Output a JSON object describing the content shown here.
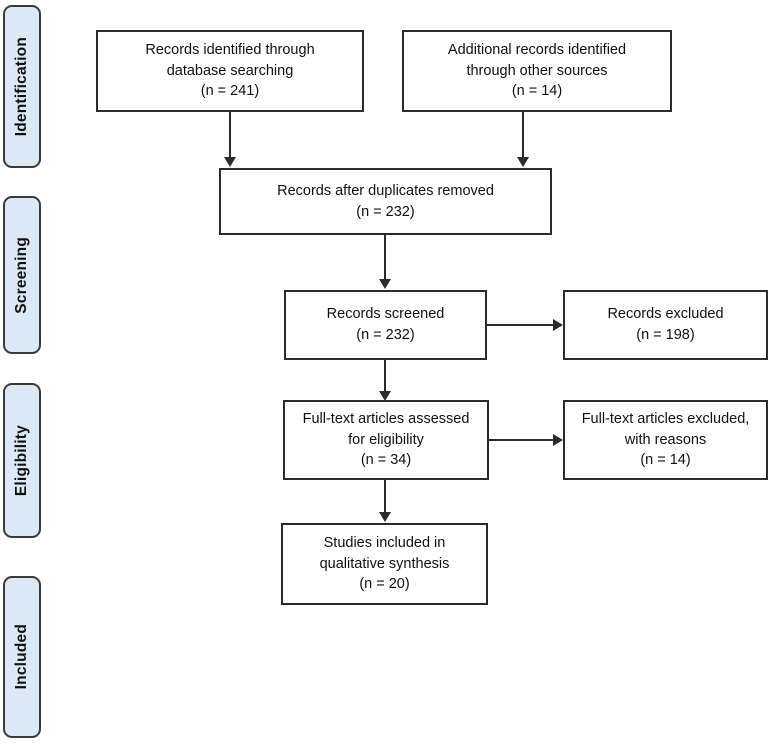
{
  "diagram": {
    "type": "prisma-flow-diagram",
    "background_color": "#ffffff",
    "box_border_color": "#2b2b2b",
    "phase_fill_color": "#dbe9f7",
    "phase_border_color": "#3a3a3a"
  },
  "phases": [
    {
      "id": "identification",
      "label": "Identification"
    },
    {
      "id": "screening",
      "label": "Screening"
    },
    {
      "id": "eligibility",
      "label": "Eligibility"
    },
    {
      "id": "included",
      "label": "Included"
    }
  ],
  "nodes": {
    "database_search": {
      "line1": "Records identified through",
      "line2": "database searching",
      "count": "(n = 241)"
    },
    "other_sources": {
      "line1": "Additional records identified",
      "line2": "through other sources",
      "count": "(n = 14)"
    },
    "duplicates_removed": {
      "line1": "Records after duplicates removed",
      "count": "(n = 232)"
    },
    "records_screened": {
      "line1": "Records screened",
      "count": "(n = 232)"
    },
    "records_excluded": {
      "line1": "Records excluded",
      "count": "(n = 198)"
    },
    "fulltext_assessed": {
      "line1": "Full-text articles assessed",
      "line2": "for eligibility",
      "count": "(n = 34)"
    },
    "fulltext_excluded": {
      "line1": "Full-text articles excluded,",
      "line2": "with reasons",
      "count": "(n = 14)"
    },
    "studies_included": {
      "line1": "Studies included in",
      "line2": "qualitative synthesis",
      "count": "(n = 20)"
    }
  },
  "chart_data": {
    "type": "diagram",
    "title": "PRISMA flow diagram",
    "stages": [
      "Identification",
      "Screening",
      "Eligibility",
      "Included"
    ],
    "nodes": [
      {
        "id": "database_search",
        "stage": "Identification",
        "label": "Records identified through database searching",
        "n": 241
      },
      {
        "id": "other_sources",
        "stage": "Identification",
        "label": "Additional records identified through other sources",
        "n": 14
      },
      {
        "id": "duplicates_removed",
        "stage": "Identification",
        "label": "Records after duplicates removed",
        "n": 232
      },
      {
        "id": "records_screened",
        "stage": "Screening",
        "label": "Records screened",
        "n": 232
      },
      {
        "id": "records_excluded",
        "stage": "Screening",
        "label": "Records excluded",
        "n": 198
      },
      {
        "id": "fulltext_assessed",
        "stage": "Eligibility",
        "label": "Full-text articles assessed for eligibility",
        "n": 34
      },
      {
        "id": "fulltext_excluded",
        "stage": "Eligibility",
        "label": "Full-text articles excluded, with reasons",
        "n": 14
      },
      {
        "id": "studies_included",
        "stage": "Included",
        "label": "Studies included in qualitative synthesis",
        "n": 20
      }
    ],
    "edges": [
      {
        "from": "database_search",
        "to": "duplicates_removed"
      },
      {
        "from": "other_sources",
        "to": "duplicates_removed"
      },
      {
        "from": "duplicates_removed",
        "to": "records_screened"
      },
      {
        "from": "records_screened",
        "to": "records_excluded"
      },
      {
        "from": "records_screened",
        "to": "fulltext_assessed"
      },
      {
        "from": "fulltext_assessed",
        "to": "fulltext_excluded"
      },
      {
        "from": "fulltext_assessed",
        "to": "studies_included"
      }
    ]
  }
}
